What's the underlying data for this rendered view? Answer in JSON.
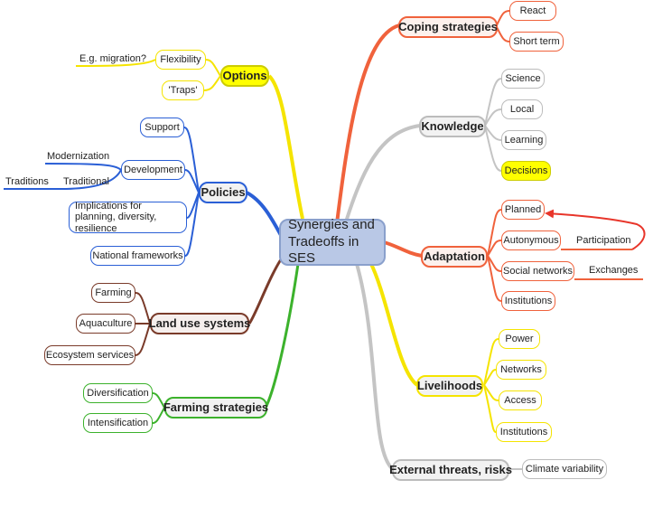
{
  "central": "Synergies and Tradeoffs in SES",
  "branches": {
    "coping": {
      "label": "Coping strategies",
      "color": "#f0623c",
      "children": [
        "React",
        "Short term"
      ]
    },
    "knowledge": {
      "label": "Knowledge",
      "color": "#bcbcbc",
      "children": [
        "Science",
        "Local",
        "Learning",
        "Decisions"
      ]
    },
    "adaptation": {
      "label": "Adaptation",
      "color": "#f0623c",
      "children": [
        "Planned",
        "Autonymous",
        "Social networks",
        "Institutions"
      ],
      "sub": {
        "participation": "Participation",
        "exchanges": "Exchanges"
      }
    },
    "livelihoods": {
      "label": "Livelihoods",
      "color": "#f5e400",
      "children": [
        "Power",
        "Networks",
        "Access",
        "Institutions"
      ]
    },
    "threats": {
      "label": "External threats, risks",
      "color": "#bcbcbc",
      "children": [
        "Climate variability"
      ]
    },
    "options": {
      "label": "Options",
      "color": "#f5e400",
      "children": [
        "Flexibility",
        "'Traps'"
      ],
      "sub": {
        "migration": "E.g. migration?"
      }
    },
    "policies": {
      "label": "Policies",
      "color": "#2a5fd6",
      "children": [
        "Support",
        "Development",
        "Implications for planning, diversity, resilience",
        "National frameworks"
      ],
      "sub": {
        "modernization": "Modernization",
        "traditional": "Traditional",
        "traditions": "Traditions"
      }
    },
    "landuse": {
      "label": "Land use systems",
      "color": "#7a3b2a",
      "children": [
        "Farming",
        "Aquaculture",
        "Ecosystem services"
      ]
    },
    "farming": {
      "label": "Farming strategies",
      "color": "#3cb22c",
      "children": [
        "Diversification",
        "Intensification"
      ]
    }
  },
  "colors": {
    "highlight": "#ffff00",
    "central_fill": "#b9c8e6",
    "arrow": "#e8352a"
  }
}
